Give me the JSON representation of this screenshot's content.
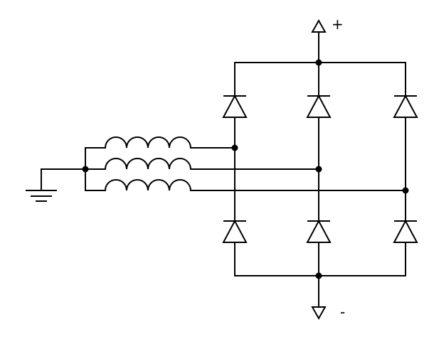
{
  "diagram": {
    "title": "",
    "terminals": {
      "positive": {
        "symbol": "+"
      },
      "negative": {
        "symbol": "-"
      }
    },
    "components": {
      "inductors": 3,
      "diodes": 6,
      "ground": 1
    },
    "colors": {
      "stroke": "#000000",
      "background": "#ffffff"
    }
  }
}
